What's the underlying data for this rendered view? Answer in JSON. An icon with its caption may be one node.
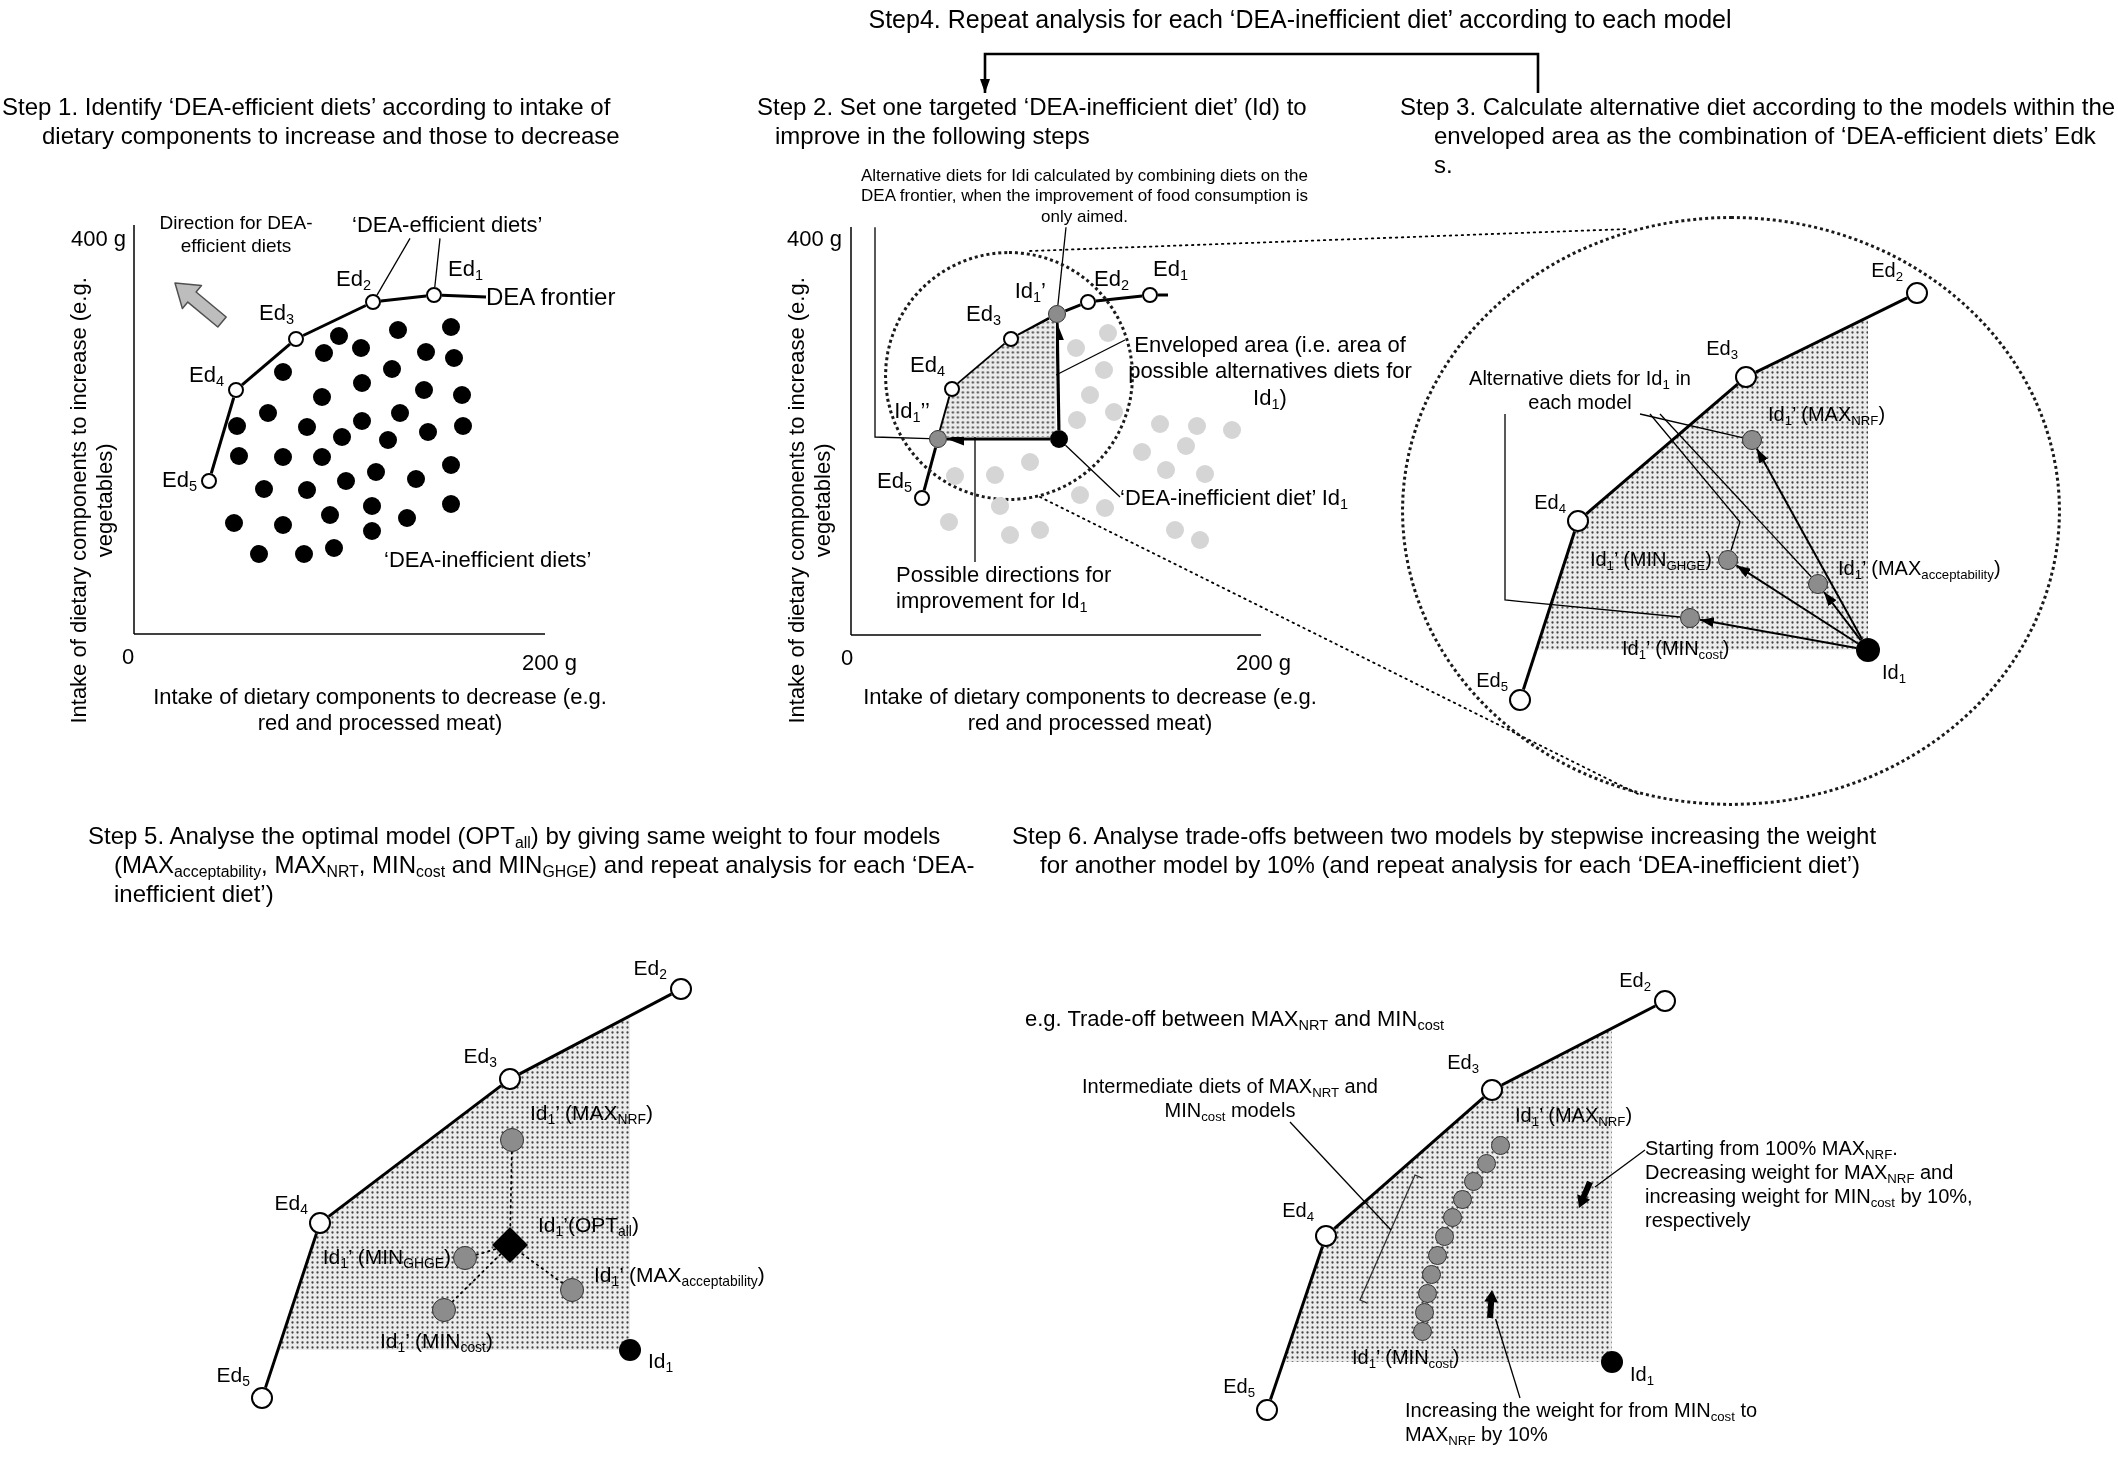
{
  "diagram": {
    "nodes": [
      {
        "text": [
          "‘DEA-efficient diets’"
        ]
      },
      {
        "text": [],
        "shape": "circle",
        "beside": [
          "Ed$_{1}$"
        ]
      },
      {
        "text": [],
        "shape": "circle",
        "beside": [
          "Ed$_{2}$"
        ]
      },
      {
        "text": [
          "DEA frontier"
        ]
      },
      {
        "text": [],
        "shape": "circle",
        "beside": [
          "Ed$_{3}$"
        ]
      },
      {
        "text": [],
        "shape": "circle",
        "beside": [
          "Ed$_{4}$"
        ]
      },
      {
        "text": [],
        "shape": "circle",
        "beside": [
          "Ed$_{5}$"
        ]
      },
      {
        "text": [],
        "shape": "circle"
      },
      {
        "text": [],
        "shape": "circle"
      },
      {
        "text": [],
        "shape": "circle"
      },
      {
        "text": [],
        "shape": "circle"
      },
      {
        "text": [],
        "shape": "circle"
      },
      {
        "text": [],
        "shape": "circle"
      },
      {
        "text": [],
        "shape": "circle"
      },
      {
        "text": [],
        "shape": "circle"
      },
      {
        "text": [],
        "shape": "circle"
      },
      {
        "text": [],
        "shape": "circle"
      },
      {
        "text": [],
        "shape": "circle"
      },
      {
        "text": [],
        "shape": "circle"
      },
      {
        "text": [],
        "shape": "circle"
      },
      {
        "text": [],
        "shape": "circle"
      },
      {
        "text": [],
        "shape": "circle"
      },
      {
        "text": [],
        "shape": "circle"
      },
      {
        "text": [],
        "shape": "circle"
      },
      {
        "text": [],
        "shape": "circle"
      },
      {
        "text": [],
        "shape": "circle"
      },
      {
        "text": [],
        "shape": "circle"
      },
      {
        "text": [],
        "shape": "circle"
      },
      {
        "text": [],
        "shape": "circle"
      },
      {
        "text": [],
        "shape": "circle"
      },
      {
        "text": [],
        "shape": "circle"
      },
      {
        "text": [],
        "shape": "circle"
      },
      {
        "text": [],
        "shape": "circle"
      },
      {
        "text": [],
        "shape": "circle"
      },
      {
        "text": [],
        "shape": "circle"
      },
      {
        "text": [],
        "shape": "circle"
      },
      {
        "text": [],
        "shape": "circle"
      },
      {
        "text": [],
        "shape": "circle"
      },
      {
        "text": [],
        "shape": "circle"
      },
      {
        "text": [],
        "shape": "circle"
      },
      {
        "text": [],
        "shape": "circle"
      },
      {
        "text": [],
        "shape": "circle"
      },
      {
        "text": [],
        "shape": "circle"
      },
      {
        "text": [],
        "shape": "circle"
      },
      {
        "text": [],
        "shape": "circle"
      },
      {
        "text": [],
        "shape": "circle"
      },
      {
        "text": [],
        "shape": "circle"
      },
      {
        "text": [],
        "shape": "circle"
      },
      {
        "text": [
          "Step 2. Set one targeted ‘DEA-inefficient diet’ (Id) to improve in the following steps"
        ]
      },
      {
        "text": [
          "Step 3. Calculate alternative diet according to the models within the enveloped area as the combination of ‘DEA-efficient diets’ Edk s."
        ]
      },
      {
        "text": [
          "Alternative diets for Idi calculated by combining diets on the DEA frontier, when the improvement of food consumption is only aimed."
        ]
      },
      {
        "text": [],
        "shape": "circle",
        "beside": [
          "Ed$_{1}$"
        ]
      },
      {
        "text": [],
        "shape": "circle"
      },
      {
        "text": [],
        "shape": "circle",
        "in": 52,
        "beside": [
          "Ed$_{2}$"
        ]
      },
      {
        "text": [],
        "shape": "circle",
        "in": 52,
        "beside": [
          "Id$_{1}$’"
        ]
      },
      {
        "text": [],
        "shape": "circle",
        "in": 52,
        "beside": [
          "Ed$_{3}$"
        ]
      },
      {
        "text": [],
        "shape": "circle",
        "in": 52,
        "beside": [
          "Ed$_{4}$"
        ]
      },
      {
        "text": [],
        "shape": "circle",
        "in": 52,
        "beside": [
          "Id$_{1}$’’"
        ]
      },
      {
        "text": [],
        "shape": "circle",
        "in": 52
      },
      {
        "text": [],
        "shape": "circle",
        "beside": [
          "Ed$_{5}$"
        ]
      },
      {
        "text": [
          "Enveloped area (i.e. area of possible alternatives diets for Id$_{1}$)"
        ]
      },
      {
        "text": [
          "‘DEA-inefficient diet’ Id$_{1}$"
        ]
      },
      {
        "text": [
          "Possible directions for improvement for Id$_{1}$"
        ]
      },
      {
        "text": [],
        "shape": "circle",
        "in": 52
      },
      {
        "text": [],
        "shape": "circle",
        "in": 52
      },
      {
        "text": [],
        "shape": "circle",
        "in": 52
      },
      {
        "text": [],
        "shape": "circle",
        "in": 52
      },
      {
        "text": [],
        "shape": "circle",
        "in": 52
      },
      {
        "text": [],
        "shape": "circle",
        "in": 52
      },
      {
        "text": [],
        "shape": "circle",
        "in": 52
      },
      {
        "text": [],
        "shape": "circle",
        "in": 52
      },
      {
        "text": [],
        "shape": "circle",
        "in": 52
      },
      {
        "text": [],
        "shape": "circle"
      },
      {
        "text": [],
        "shape": "circle"
      },
      {
        "text": [],
        "shape": "circle"
      },
      {
        "text": [],
        "shape": "circle"
      },
      {
        "text": [],
        "shape": "circle"
      },
      {
        "text": [],
        "shape": "circle"
      },
      {
        "text": [],
        "shape": "circle"
      },
      {
        "text": [],
        "shape": "circle"
      },
      {
        "text": [],
        "shape": "circle"
      },
      {
        "text": [],
        "shape": "circle"
      },
      {
        "text": [],
        "shape": "circle"
      },
      {
        "text": [],
        "shape": "circle"
      },
      {
        "text": [],
        "shape": "circle"
      },
      {
        "text": [],
        "shape": "circle"
      },
      {
        "text": [],
        "shape": "circle"
      },
      {
        "text": [],
        "shape": "circle"
      },
      {
        "text": [],
        "shape": "circle",
        "in": 87,
        "beside": [
          "Ed$_{2}$"
        ]
      },
      {
        "text": [],
        "shape": "circle",
        "in": 87,
        "beside": [
          "Ed$_{3}$"
        ]
      },
      {
        "text": [
          "Alternative diets for Id$_{1}$ in each model"
        ],
        "in": 87
      },
      {
        "text": [],
        "shape": "circle",
        "in": 87,
        "beside": [
          "Id$_{1}$’ (MAX$_{NRF}$)"
        ]
      },
      {
        "text": [],
        "shape": "circle",
        "in": 87,
        "beside": [
          "Ed$_{4}$"
        ]
      },
      {
        "text": [],
        "shape": "circle",
        "in": 87,
        "beside": [
          "Id$_{1}$’ (MIN$_{GHGE}$)"
        ]
      },
      {
        "text": [],
        "shape": "circle",
        "in": 87,
        "beside": [
          "Id$_{1}$’ (MAX$_{acceptability}$)"
        ]
      },
      {
        "text": [],
        "shape": "circle",
        "in": 87,
        "beside": [
          "Id$_{1}$’ (MIN$_{cost}$)"
        ]
      },
      {
        "text": [],
        "shape": "circle",
        "in": 87,
        "beside": [
          "Id$_{1}$"
        ]
      },
      {
        "text": [],
        "shape": "circle",
        "in": 87,
        "beside": [
          "Ed$_{5}$"
        ]
      },
      {
        "text": [],
        "shape": "circle",
        "beside": [
          "Ed$_{2}$"
        ]
      },
      {
        "text": [],
        "shape": "circle",
        "beside": [
          "Ed$_{3}$"
        ]
      },
      {
        "text": [],
        "shape": "circle",
        "beside": [
          "Id$_{1}$’ (MAX$_{NRF}$)"
        ]
      },
      {
        "text": [],
        "shape": "circle",
        "beside": [
          "Ed$_{4}$"
        ]
      },
      {
        "text": [],
        "shape": "diamond",
        "beside": [
          "Id$_{1}$’(OPT$_{all}$)"
        ]
      },
      {
        "text": [],
        "shape": "circle",
        "beside": [
          "Id$_{1}$’ (MIN$_{GHGE}$)"
        ]
      },
      {
        "text": [],
        "shape": "circle",
        "beside": [
          "Id$_{1}$’ (MAX$_{acceptability}$)"
        ]
      },
      {
        "text": [],
        "shape": "circle",
        "beside": [
          "Id$_{1}$’ (MIN$_{cost}$)"
        ]
      },
      {
        "text": [],
        "shape": "circle",
        "beside": [
          "Id$_{1}$"
        ]
      },
      {
        "text": [],
        "shape": "circle",
        "beside": [
          "Ed$_{5}$"
        ]
      },
      {
        "text": [],
        "shape": "circle",
        "beside": [
          "Ed$_{2}$"
        ]
      },
      {
        "text": [],
        "shape": "circle",
        "beside": [
          "Ed$_{3}$"
        ]
      },
      {
        "text": [
          "Intermediate diets of MAX$_{NRT}$ and MIN$_{cost}$ models"
        ]
      },
      {
        "text": [],
        "shape": "circle",
        "beside": [
          "Ed$_{4}$"
        ]
      },
      {
        "text": [],
        "shape": "circle",
        "beside": [
          "Id$_{1}$’ (MAX$_{NRF}$)"
        ]
      },
      {
        "text": [],
        "shape": "circle"
      },
      {
        "text": [],
        "shape": "circle"
      },
      {
        "text": [],
        "shape": "circle"
      },
      {
        "text": [],
        "shape": "circle"
      },
      {
        "text": [],
        "shape": "circle"
      },
      {
        "text": [],
        "shape": "circle"
      },
      {
        "text": [],
        "shape": "circle"
      },
      {
        "text": [],
        "shape": "circle"
      },
      {
        "text": [],
        "shape": "circle"
      },
      {
        "text": [],
        "shape": "circle",
        "beside": [
          "Id$_{1}$’ (MIN$_{cost}$)"
        ]
      },
      {
        "text": [
          "Starting from 100% MAX$_{NRF}$. Decreasing weight for MAX$_{NRF}$ and increasing weight for MIN$_{cost}$ by 10%, respectively"
        ]
      },
      {
        "text": [],
        "shape": "circle",
        "beside": [
          "Id$_{1}$"
        ]
      },
      {
        "text": [],
        "shape": "circle",
        "beside": [
          "Ed$_{5}$"
        ]
      },
      {
        "text": [
          "Increasing the weight for from MIN$_{cost}$ to MAX$_{NRF}$ by 10%"
        ]
      },
      {
        "text": [],
        "shape": "arrow"
      },
      {
        "text": [],
        "shape": "arrow"
      },
      {
        "text": [],
        "shape": "polygon",
        "in": 52
      }
    ],
    "edges": [
      {
        "from": 0,
        "to": 2,
        "arrow": "none"
      },
      {
        "from": 0,
        "to": 1,
        "arrow": "none"
      },
      {
        "from": 1,
        "to": 2,
        "arrow": "none"
      },
      {
        "from": 2,
        "to": 4,
        "arrow": "none"
      },
      {
        "from": 4,
        "to": 5,
        "arrow": "none"
      },
      {
        "from": 5,
        "to": 6,
        "arrow": "none"
      },
      {
        "from": 1,
        "to": 3,
        "arrow": "none"
      },
      {
        "from": 49,
        "to": 48,
        "arrow": "to",
        "label": "Step4. Repeat analysis for each ‘DEA-inefficient diet’ according to each model"
      },
      {
        "from": 50,
        "to": 54,
        "arrow": "none"
      },
      {
        "from": 50,
        "to": 57,
        "arrow": "none"
      },
      {
        "from": 51,
        "to": 53,
        "arrow": "none"
      },
      {
        "from": 53,
        "to": 54,
        "arrow": "none"
      },
      {
        "from": 54,
        "to": 55,
        "arrow": "none"
      },
      {
        "from": 55,
        "to": 56,
        "arrow": "none"
      },
      {
        "from": 56,
        "to": 57,
        "arrow": "none"
      },
      {
        "from": 57,
        "to": 59,
        "arrow": "none"
      },
      {
        "from": 51,
        "to": null,
        "arrow": "none"
      },
      {
        "from": 58,
        "to": 54,
        "arrow": "to"
      },
      {
        "from": 58,
        "to": 57,
        "arrow": "to"
      },
      {
        "from": 60,
        "to": 129,
        "arrow": "none"
      },
      {
        "from": 61,
        "to": 58,
        "arrow": "none"
      },
      {
        "from": 62,
        "to": 129,
        "arrow": "none"
      },
      {
        "from": 52,
        "to": 87,
        "arrow": "none",
        "style": "dashed"
      },
      {
        "from": 52,
        "to": 87,
        "arrow": "none",
        "style": "dashed"
      },
      {
        "from": 88,
        "to": 89,
        "arrow": "none"
      },
      {
        "from": 89,
        "to": 92,
        "arrow": "none"
      },
      {
        "from": 92,
        "to": 97,
        "arrow": "none"
      },
      {
        "from": 90,
        "to": 91,
        "arrow": "none"
      },
      {
        "from": 90,
        "to": 93,
        "arrow": "none"
      },
      {
        "from": 90,
        "to": 94,
        "arrow": "none"
      },
      {
        "from": 90,
        "to": 95,
        "arrow": "none"
      },
      {
        "from": 96,
        "to": 91,
        "arrow": "to"
      },
      {
        "from": 96,
        "to": 93,
        "arrow": "to"
      },
      {
        "from": 96,
        "to": 94,
        "arrow": "to"
      },
      {
        "from": 96,
        "to": 95,
        "arrow": "to"
      },
      {
        "from": 98,
        "to": 99,
        "arrow": "none"
      },
      {
        "from": 99,
        "to": 101,
        "arrow": "none"
      },
      {
        "from": 101,
        "to": 107,
        "arrow": "none"
      },
      {
        "from": 100,
        "to": 102,
        "arrow": "none",
        "style": "dashed"
      },
      {
        "from": 103,
        "to": 102,
        "arrow": "none",
        "style": "dashed"
      },
      {
        "from": 104,
        "to": 102,
        "arrow": "none",
        "style": "dashed"
      },
      {
        "from": 105,
        "to": 102,
        "arrow": "none",
        "style": "dashed"
      },
      {
        "from": 108,
        "to": 109,
        "arrow": "none"
      },
      {
        "from": 109,
        "to": 111,
        "arrow": "none"
      },
      {
        "from": 111,
        "to": 125,
        "arrow": "none"
      },
      {
        "from": 110,
        "to": null,
        "arrow": "none"
      },
      {
        "from": 123,
        "to": 127,
        "arrow": "none"
      },
      {
        "from": 126,
        "to": 128,
        "arrow": "none"
      }
    ],
    "labels": [
      "Step 1. Identify ‘DEA-efficient diets’ according to intake of dietary components to increase and those to decrease",
      "Direction for DEA-efficient diets",
      "400 g",
      "Intake of dietary components to increase (e.g. vegetables)",
      "‘DEA-inefficient diets’",
      "0",
      "200 g",
      "Intake of dietary components to decrease (e.g. red and processed meat)",
      "400 g",
      "Intake of dietary components to increase (e.g. vegetables)",
      "0",
      "200 g",
      "Intake of dietary components to decrease (e.g. red and processed meat)",
      "Step 5. Analyse the optimal model (OPT$_{all}$) by giving same weight to four models (MAX$_{acceptability}$, MAX$_{NRT}$, MIN$_{cost}$ and MIN$_{GHGE}$) and repeat analysis for each ‘DEA-inefficient diet’)",
      "Step 6. Analyse trade-offs between two models by stepwise increasing the weight for another model by 10% (and repeat analysis for each ‘DEA-inefficient diet’)",
      "e.g. Trade-off between MAX$_{NRT}$ and MIN$_{cost}$"
    ]
  }
}
